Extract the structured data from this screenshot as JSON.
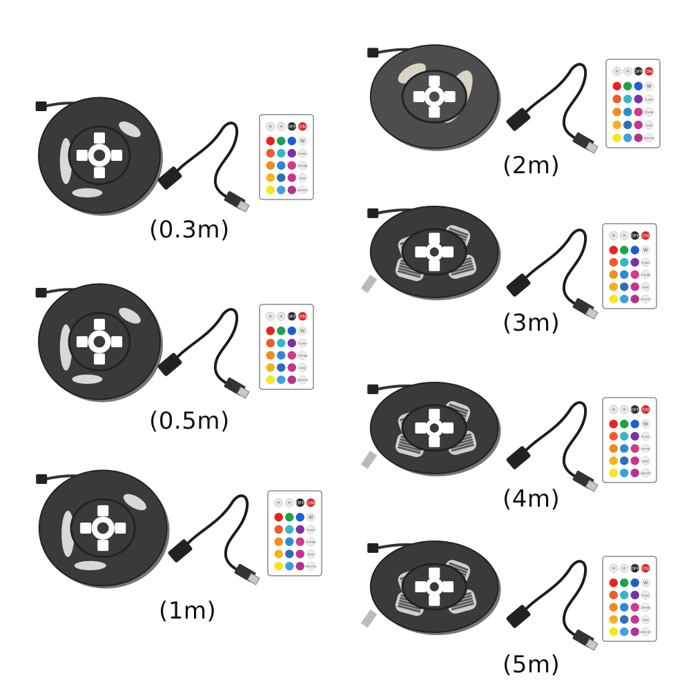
{
  "products": [
    {
      "id": "p03",
      "label": "(0.3m)",
      "reel": "dark-reel"
    },
    {
      "id": "p05",
      "label": "(0.5m)",
      "reel": "dark-reel"
    },
    {
      "id": "p1",
      "label": "(1m)",
      "reel": "thin-reel"
    },
    {
      "id": "p2",
      "label": "(2m)",
      "reel": "grey-reel"
    },
    {
      "id": "p3",
      "label": "(3m)",
      "reel": "led-reel"
    },
    {
      "id": "p4",
      "label": "(4m)",
      "reel": "led-reel"
    },
    {
      "id": "p5",
      "label": "(5m)",
      "reel": "led-reel"
    }
  ],
  "remote": {
    "top_row": [
      "☼",
      "☼",
      "OFF",
      "ON"
    ],
    "side_column": [
      "W",
      "FLASH",
      "STROBE",
      "FADE",
      "SMOOTH"
    ],
    "button_colors": [
      "#e8231f",
      "#1fa24a",
      "#1d5fd1",
      "#f2592b",
      "#37b7c5",
      "#7b2fa8",
      "#f58a1f",
      "#2d8bd6",
      "#d23a8b",
      "#f4b21a",
      "#2c6fb8",
      "#c8338e",
      "#f7e61a",
      "#3fa0df",
      "#b5338d"
    ]
  },
  "colors": {
    "reel_dark": "#3a3a3a",
    "reel_grey": "#4d4d4d",
    "background": "#ffffff"
  }
}
